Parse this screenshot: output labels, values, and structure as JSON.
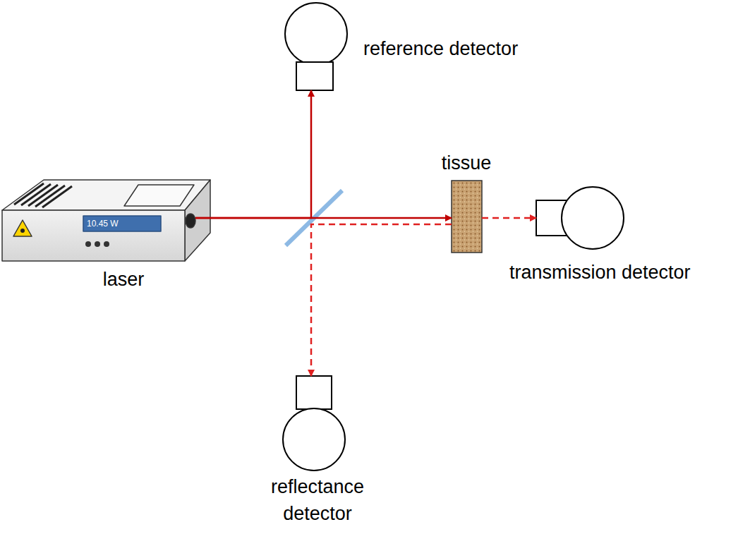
{
  "diagram": {
    "nodes": [
      {
        "text": [
          "reference detector"
        ]
      },
      {
        "text": [
          "10.45 W",
          "laser"
        ]
      },
      {
        "text": [
          "tissue"
        ]
      },
      {
        "text": [
          "transmission detector"
        ]
      },
      {
        "text": [
          "reflectance detector"
        ]
      }
    ],
    "edges": [
      {
        "from": 1,
        "to": 2,
        "arrow": "to"
      },
      {
        "from": 1,
        "to": 0,
        "arrow": "to"
      },
      {
        "from": 2,
        "to": 4,
        "arrow": "to"
      },
      {
        "from": 2,
        "to": 3,
        "arrow": "to"
      }
    ]
  }
}
